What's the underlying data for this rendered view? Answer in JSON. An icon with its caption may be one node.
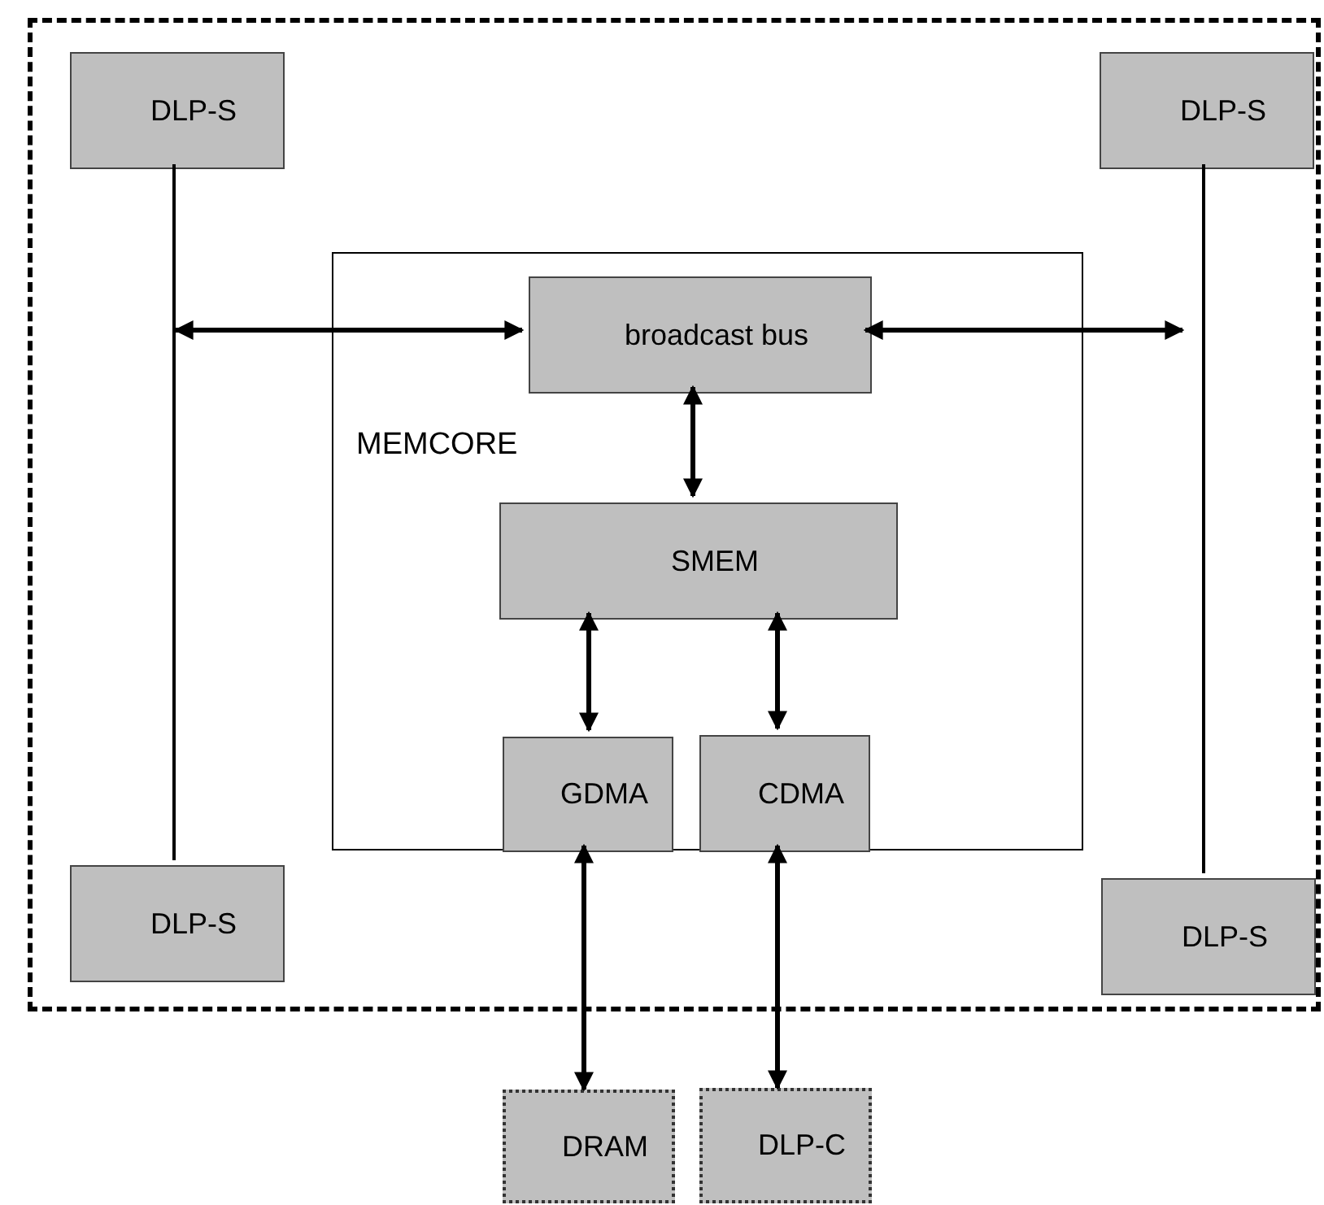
{
  "diagram": {
    "nodes": [
      {
        "text": [],
        "shape": "box"
      },
      {
        "text": [
          "DLP-S"
        ],
        "in": 0
      },
      {
        "text": [
          "DLP-S"
        ],
        "in": 0
      },
      {
        "text": [
          "MEMCORE"
        ],
        "in": 0
      },
      {
        "text": [
          "broadcast bus"
        ],
        "in": 3
      },
      {
        "text": [
          "SMEM"
        ],
        "in": 3
      },
      {
        "text": [
          "GDMA"
        ],
        "in": 3
      },
      {
        "text": [
          "CDMA"
        ],
        "in": 3
      },
      {
        "text": [
          "DLP-S"
        ],
        "in": 0
      },
      {
        "text": [
          "DLP-S"
        ],
        "in": 0
      },
      {
        "text": [
          "DRAM"
        ]
      },
      {
        "text": [
          "DLP-C"
        ]
      }
    ],
    "edges": [
      {
        "from": 1,
        "to": 8,
        "arrow": "none"
      },
      {
        "from": 2,
        "to": 9,
        "arrow": "none"
      },
      {
        "from": null,
        "to": 4,
        "arrow": "both"
      },
      {
        "from": 4,
        "to": null,
        "arrow": "both"
      },
      {
        "from": 4,
        "to": 5,
        "arrow": "both"
      },
      {
        "from": 5,
        "to": 6,
        "arrow": "both"
      },
      {
        "from": 5,
        "to": 7,
        "arrow": "both"
      },
      {
        "from": 6,
        "to": 10,
        "arrow": "both"
      },
      {
        "from": 7,
        "to": 11,
        "arrow": "both"
      }
    ]
  }
}
